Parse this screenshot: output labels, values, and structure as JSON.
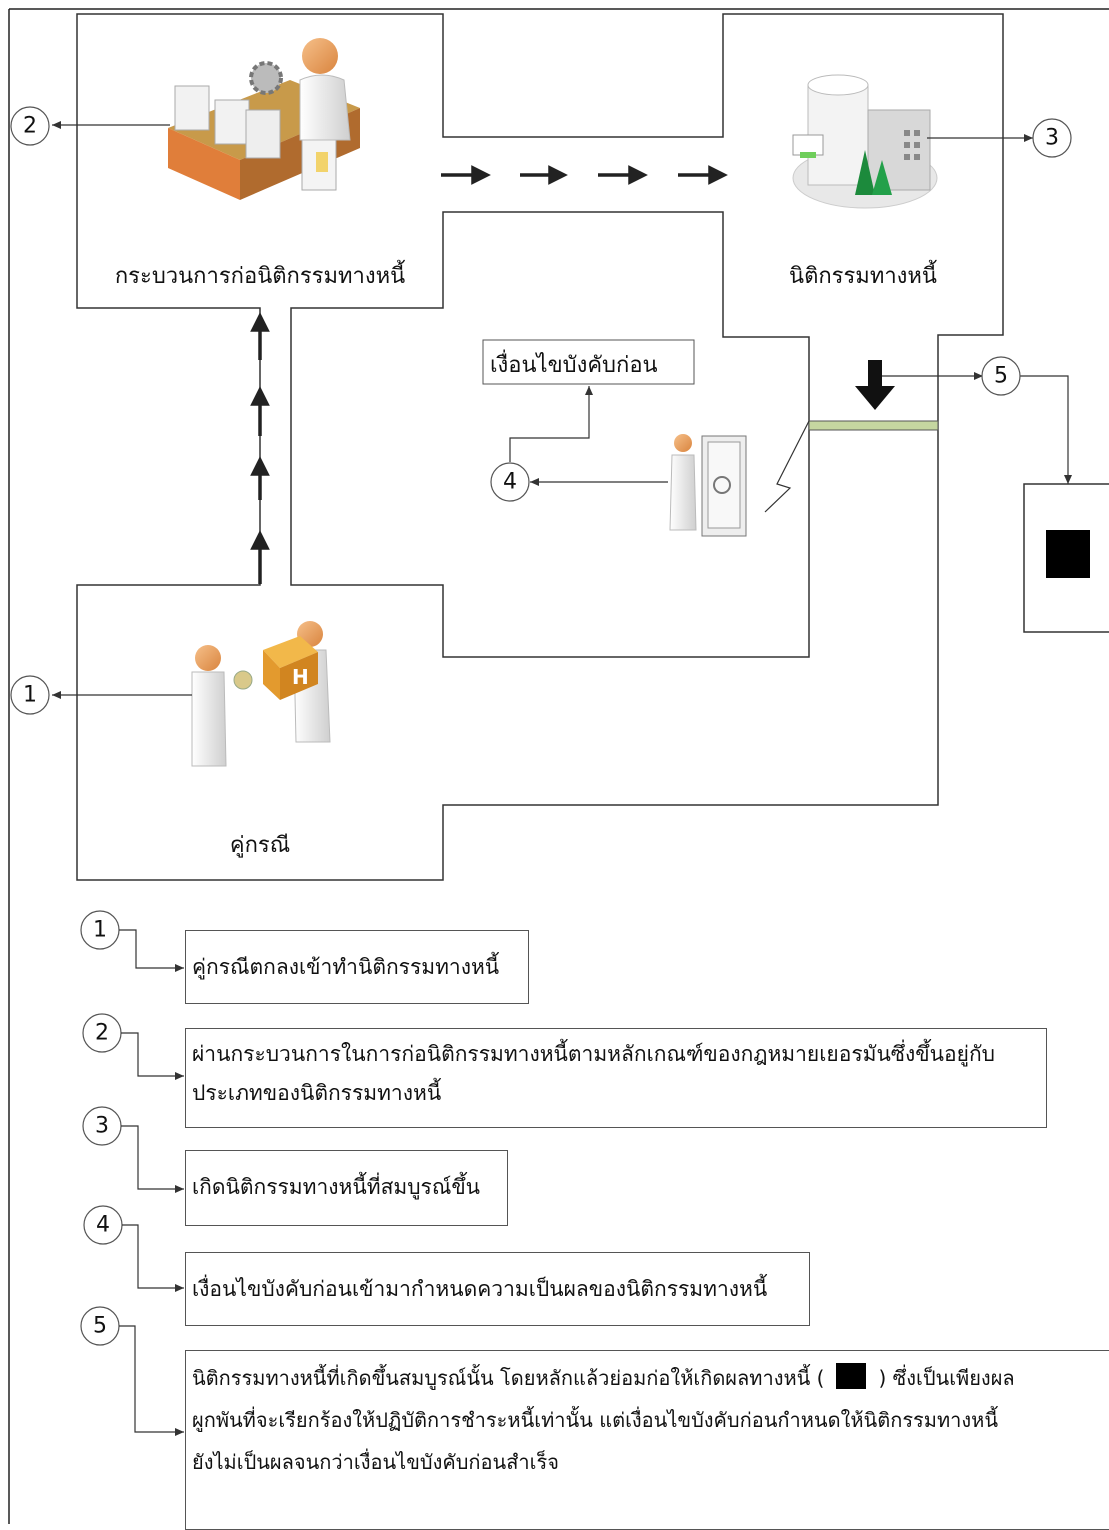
{
  "diagram": {
    "labels": {
      "process": "กระบวนการก่อนิติกรรมทางหนี้",
      "juristic_act": "นิติกรรมทางหนี้",
      "parties": "คู่กรณี",
      "condition_precedent": "เงื่อนไขบังคับก่อน"
    },
    "markers": [
      "1",
      "2",
      "3",
      "4",
      "5"
    ]
  },
  "legend": {
    "items": [
      {
        "number": "1",
        "text": "คู่กรณีตกลงเข้าทำนิติกรรมทางหนี้"
      },
      {
        "number": "2",
        "line1": "ผ่านกระบวนการในการก่อนิติกรรมทางหนี้ตามหลักเกณฑ์ของกฎหมายเยอรมันซึ่งขึ้นอยู่กับ",
        "line2": "ประเภทของนิติกรรมทางหนี้"
      },
      {
        "number": "3",
        "text": "เกิดนิติกรรมทางหนี้ที่สมบูรณ์ขึ้น"
      },
      {
        "number": "4",
        "text": "เงื่อนไขบังคับก่อนเข้ามากำหนดความเป็นผลของนิติกรรมทางหนี้"
      },
      {
        "number": "5",
        "line1a": "นิติกรรมทางหนี้ที่เกิดขึ้นสมบูรณ์นั้น โดยหลักแล้วย่อมก่อให้เกิดผลทางหนี้ (",
        "line1b": ") ซึ่งเป็นเพียงผล",
        "line2": "ผูกพันที่จะเรียกร้องให้ปฏิบัติการชำระหนี้เท่านั้น   แต่เงื่อนไขบังคับก่อนกำหนดให้นิติกรรมทางหนี้",
        "line3": "ยังไม่เป็นผลจนกว่าเงื่อนไขบังคับก่อนสำเร็จ"
      }
    ]
  }
}
